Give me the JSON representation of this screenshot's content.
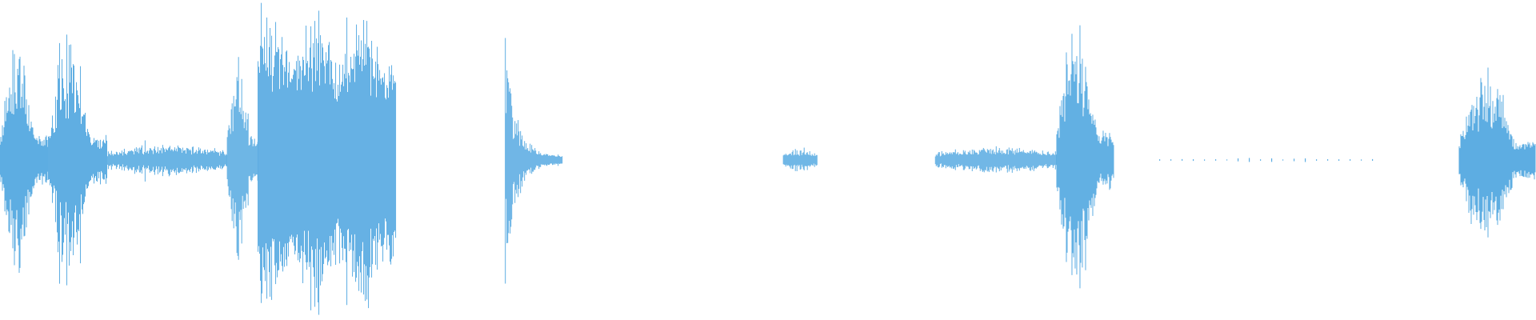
{
  "waveform": {
    "color": "#5dade2",
    "background": "#ffffff",
    "baseline_fraction": 0.5,
    "segments": [
      {
        "start": 0.0,
        "end": 0.031,
        "peak": 0.72,
        "floor": 0.05,
        "shape": "burst"
      },
      {
        "start": 0.031,
        "end": 0.07,
        "peak": 0.76,
        "floor": 0.04,
        "shape": "burst"
      },
      {
        "start": 0.07,
        "end": 0.148,
        "peak": 0.1,
        "floor": 0.01,
        "shape": "flat"
      },
      {
        "start": 0.148,
        "end": 0.168,
        "peak": 0.62,
        "floor": 0.06,
        "shape": "burst"
      },
      {
        "start": 0.168,
        "end": 0.258,
        "peak": 0.92,
        "floor": 0.28,
        "shape": "dense"
      },
      {
        "start": 0.329,
        "end": 0.366,
        "peak": 0.75,
        "floor": 0.02,
        "shape": "spike"
      },
      {
        "start": 0.51,
        "end": 0.532,
        "peak": 0.07,
        "floor": 0.01,
        "shape": "flat"
      },
      {
        "start": 0.609,
        "end": 0.688,
        "peak": 0.08,
        "floor": 0.01,
        "shape": "flat"
      },
      {
        "start": 0.688,
        "end": 0.725,
        "peak": 0.82,
        "floor": 0.06,
        "shape": "burst"
      },
      {
        "start": 0.755,
        "end": 0.895,
        "peak": 0.02,
        "floor": 0.002,
        "shape": "dots"
      },
      {
        "start": 0.95,
        "end": 1.0,
        "peak": 0.55,
        "floor": 0.04,
        "shape": "burst"
      }
    ]
  }
}
